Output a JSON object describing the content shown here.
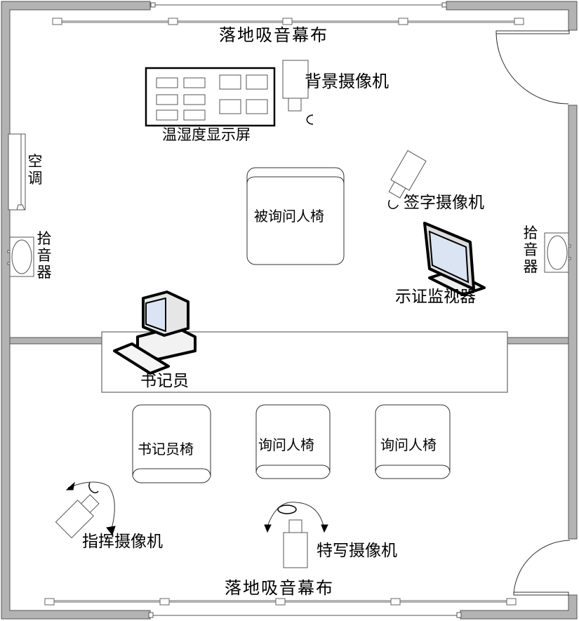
{
  "diagram": {
    "type": "floor-plan",
    "title": "",
    "colors": {
      "wall": "#b3b3b3",
      "wall_stroke": "#555555",
      "line": "#000000",
      "screen": "#dbe4f2"
    },
    "labels": {
      "curtain_top": "落地吸音幕布",
      "curtain_bottom": "落地吸音幕布",
      "background_camera": "背景摄像机",
      "temp_humidity_display": "温湿度显示屏",
      "air_conditioner": "空调",
      "pickup_left": "拾音器",
      "pickup_right": "拾音器",
      "interviewee_chair": "被询问人椅",
      "signature_camera": "签字摄像机",
      "evidence_monitor": "示证监视器",
      "clerk": "书记员",
      "clerk_chair": "书记员椅",
      "interviewer_chair_1": "询问人椅",
      "interviewer_chair_2": "询问人椅",
      "command_camera": "指挥摄像机",
      "closeup_camera": "特写摄像机"
    }
  }
}
